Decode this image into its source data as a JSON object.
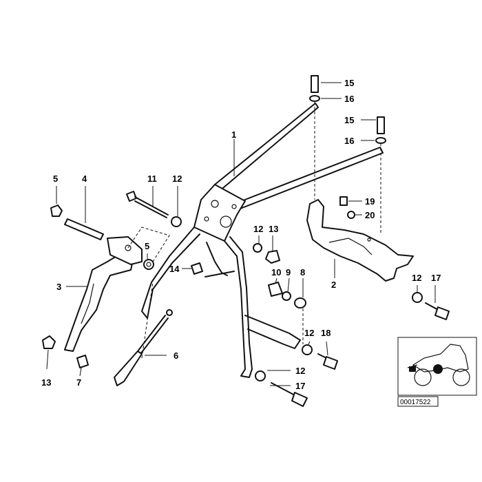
{
  "callouts": [
    {
      "id": "c1",
      "text": "1"
    },
    {
      "id": "c2",
      "text": "2"
    },
    {
      "id": "c3",
      "text": "3"
    },
    {
      "id": "c4",
      "text": "4"
    },
    {
      "id": "c5a",
      "text": "5"
    },
    {
      "id": "c5b",
      "text": "5"
    },
    {
      "id": "c6",
      "text": "6"
    },
    {
      "id": "c7",
      "text": "7"
    },
    {
      "id": "c8",
      "text": "8"
    },
    {
      "id": "c9",
      "text": "9"
    },
    {
      "id": "c10",
      "text": "10"
    },
    {
      "id": "c11",
      "text": "11"
    },
    {
      "id": "c12a",
      "text": "12"
    },
    {
      "id": "c12b",
      "text": "12"
    },
    {
      "id": "c12c",
      "text": "12"
    },
    {
      "id": "c12d",
      "text": "12"
    },
    {
      "id": "c12e",
      "text": "12"
    },
    {
      "id": "c13a",
      "text": "13"
    },
    {
      "id": "c13b",
      "text": "13"
    },
    {
      "id": "c14",
      "text": "14"
    },
    {
      "id": "c15a",
      "text": "15"
    },
    {
      "id": "c15b",
      "text": "15"
    },
    {
      "id": "c16a",
      "text": "16"
    },
    {
      "id": "c16b",
      "text": "16"
    },
    {
      "id": "c17a",
      "text": "17"
    },
    {
      "id": "c17b",
      "text": "17"
    },
    {
      "id": "c18",
      "text": "18"
    },
    {
      "id": "c19",
      "text": "19"
    },
    {
      "id": "c20",
      "text": "20"
    }
  ],
  "reference_code": "00017522",
  "icons": {
    "thumbnail": "motorcycle-location-thumbnail"
  }
}
